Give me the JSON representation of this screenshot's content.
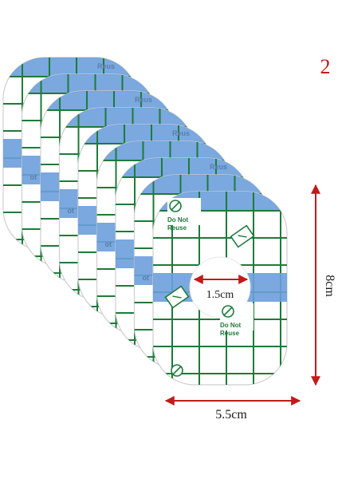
{
  "figure_number": "2",
  "patch": {
    "warning_line1": "Do Not",
    "warning_line2": "Reuse",
    "edge_text_a": "Reus",
    "edge_text_b": "ot",
    "edge_text_c": "Do",
    "count_in_stack": 9
  },
  "dimensions": {
    "center_hole": "1.5cm",
    "height": "8cm",
    "width": "5.5cm"
  },
  "colors": {
    "grid_green": "#1e7a3a",
    "tape_blue": "#6b9fdc",
    "dimension_red": "#c21a1a",
    "outline_gray": "#cfcfcf"
  }
}
